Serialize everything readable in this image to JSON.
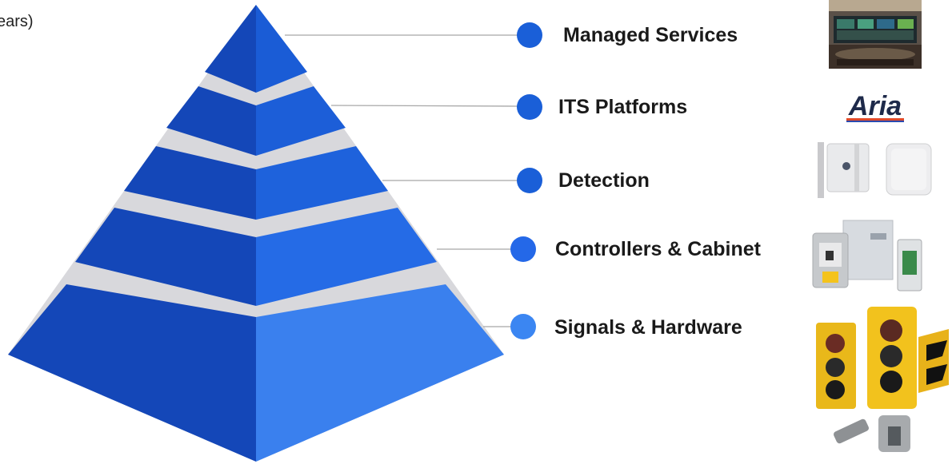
{
  "left_text": "years)",
  "tiers": [
    {
      "label": "Managed Services",
      "dot_color": "#1a5fd8"
    },
    {
      "label": "ITS Platforms",
      "dot_color": "#1a5fd8"
    },
    {
      "label": "Detection",
      "dot_color": "#1a5fd8"
    },
    {
      "label": "Controllers & Cabinet",
      "dot_color": "#2468e8"
    },
    {
      "label": "Signals & Hardware",
      "dot_color": "#3b86f2"
    }
  ],
  "aria_logo_text": "Aria",
  "colors": {
    "pyramid_left": "#1447b8",
    "pyramid_right_top": "#1a5cd6",
    "pyramid_right_bottom": "#3a80ee",
    "separator": "#d8d8dc",
    "connector": "#a8a8a8"
  }
}
